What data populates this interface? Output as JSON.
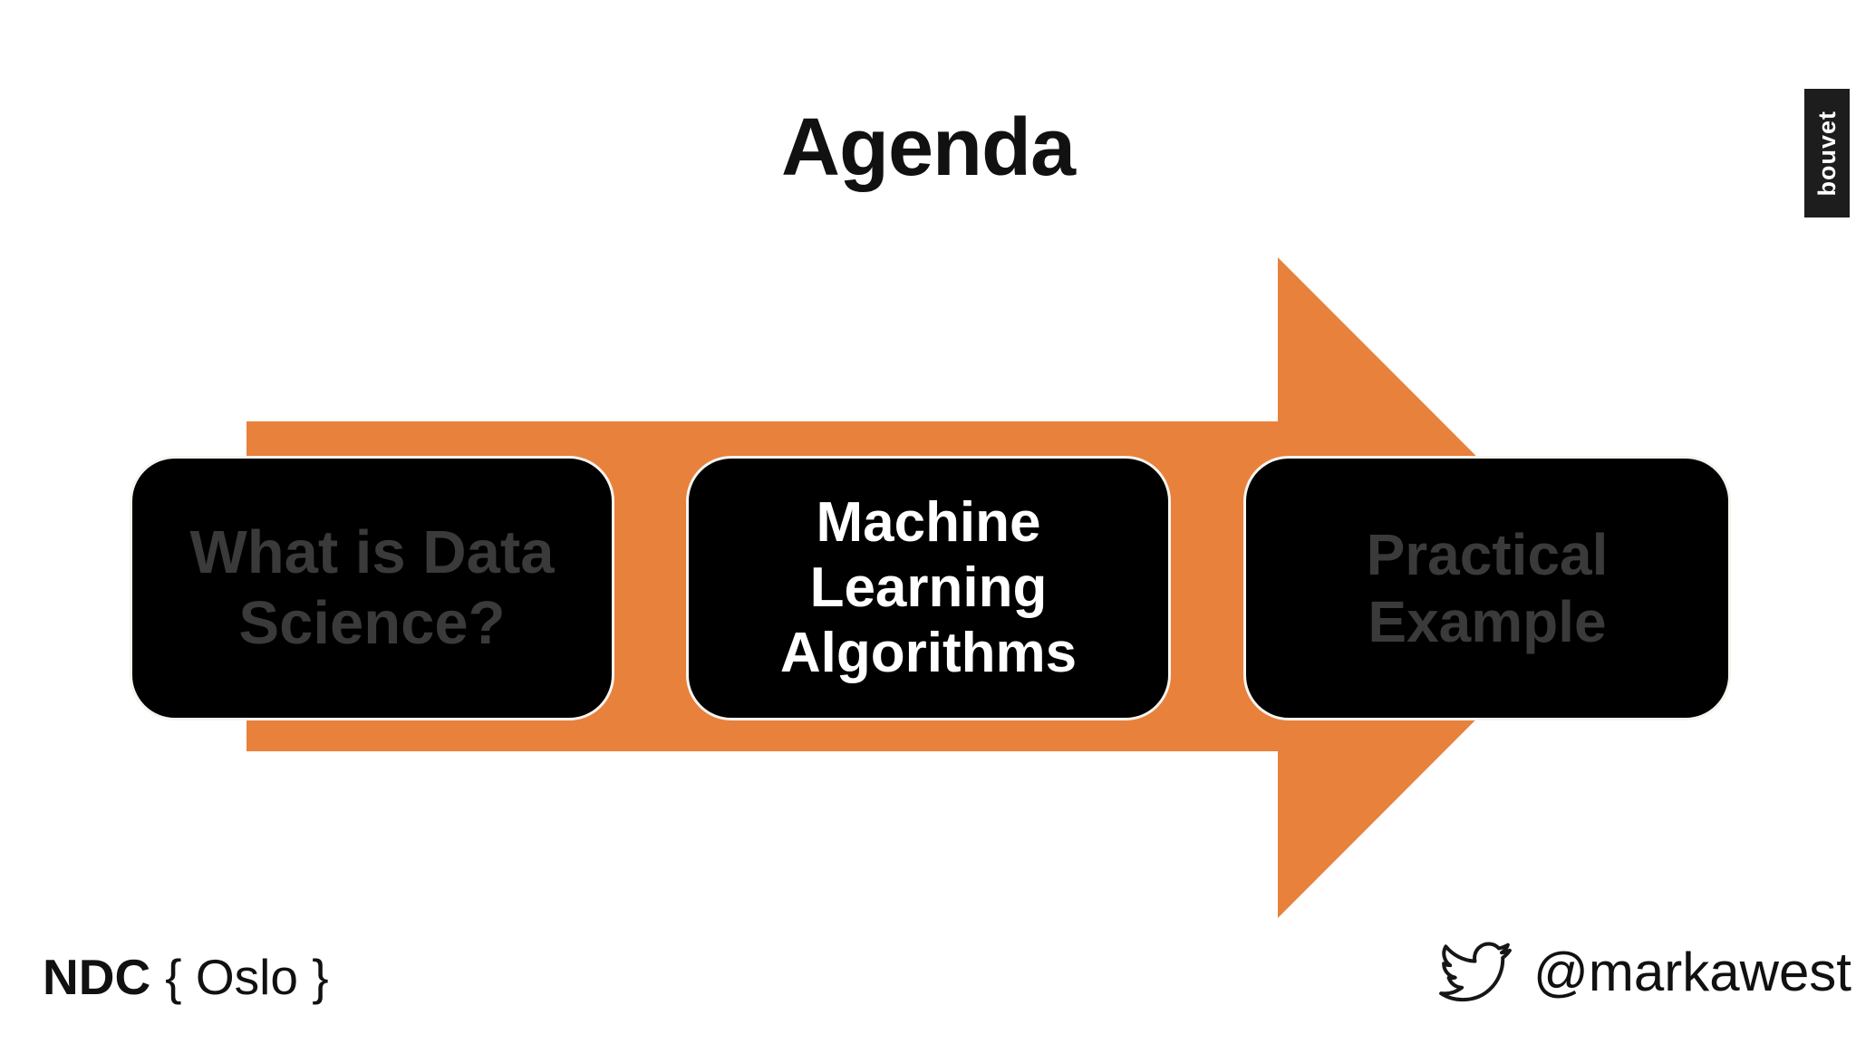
{
  "slide": {
    "title": "Agenda",
    "logo": {
      "text": "bouvet",
      "icon": "bouvet-logo"
    },
    "agenda": {
      "arrow_direction": "right",
      "items": [
        {
          "label": "What is Data\nScience?",
          "state": "dimmed"
        },
        {
          "label": "Machine\nLearning\nAlgorithms",
          "state": "active"
        },
        {
          "label": "Practical\nExample",
          "state": "dimmed"
        }
      ]
    },
    "footer": {
      "event_name": "NDC",
      "event_location": "{ Oslo }",
      "twitter_icon": "twitter-bird-icon",
      "twitter_handle": "@markawest"
    }
  },
  "colors": {
    "accent_orange": "#E8813C",
    "box_background": "#000000",
    "box_border": "#F7F4EF",
    "dimmed_text": "#3A3A3A",
    "active_text": "#FFFFFF",
    "ink": "#111111",
    "badge_background": "#1D1D1D",
    "slide_background": "#FFFFFF"
  }
}
